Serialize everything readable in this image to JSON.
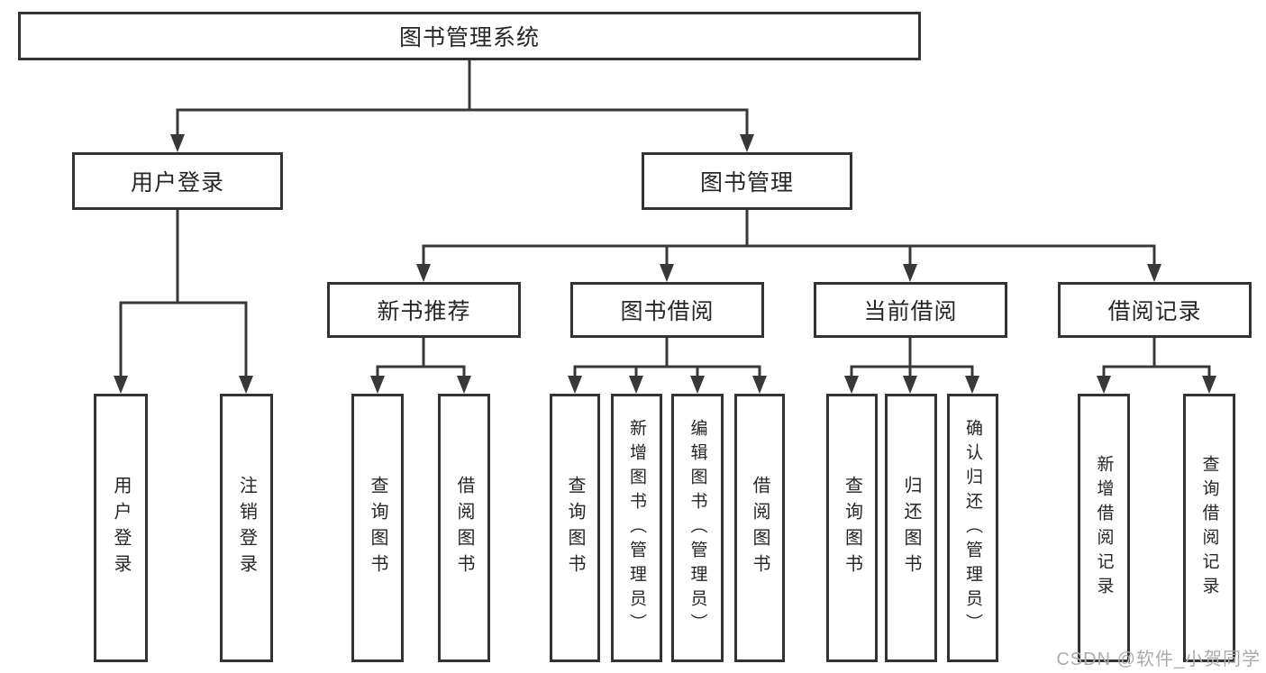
{
  "tree": {
    "root": {
      "label": "图书管理系统"
    },
    "branches": [
      {
        "label": "用户登录",
        "children": [
          {
            "label": "用户登录"
          },
          {
            "label": "注销登录"
          }
        ]
      },
      {
        "label": "图书管理",
        "children": [
          {
            "label": "新书推荐",
            "children": [
              {
                "label": "查询图书"
              },
              {
                "label": "借阅图书"
              }
            ]
          },
          {
            "label": "图书借阅",
            "children": [
              {
                "label": "查询图书"
              },
              {
                "label": "新增图书（管理员）"
              },
              {
                "label": "编辑图书（管理员）"
              },
              {
                "label": "借阅图书"
              }
            ]
          },
          {
            "label": "当前借阅",
            "children": [
              {
                "label": "查询图书"
              },
              {
                "label": "归还图书"
              },
              {
                "label": "确认归还（管理员）"
              }
            ]
          },
          {
            "label": "借阅记录",
            "children": [
              {
                "label": "新增借阅记录"
              },
              {
                "label": "查询借阅记录"
              }
            ]
          }
        ]
      }
    ]
  },
  "watermark": "CSDN @软件_小贺同学",
  "colors": {
    "line": "#383838",
    "box_border": "#333333",
    "text": "#262626",
    "watermark": "#ababab",
    "background": "#ffffff"
  }
}
